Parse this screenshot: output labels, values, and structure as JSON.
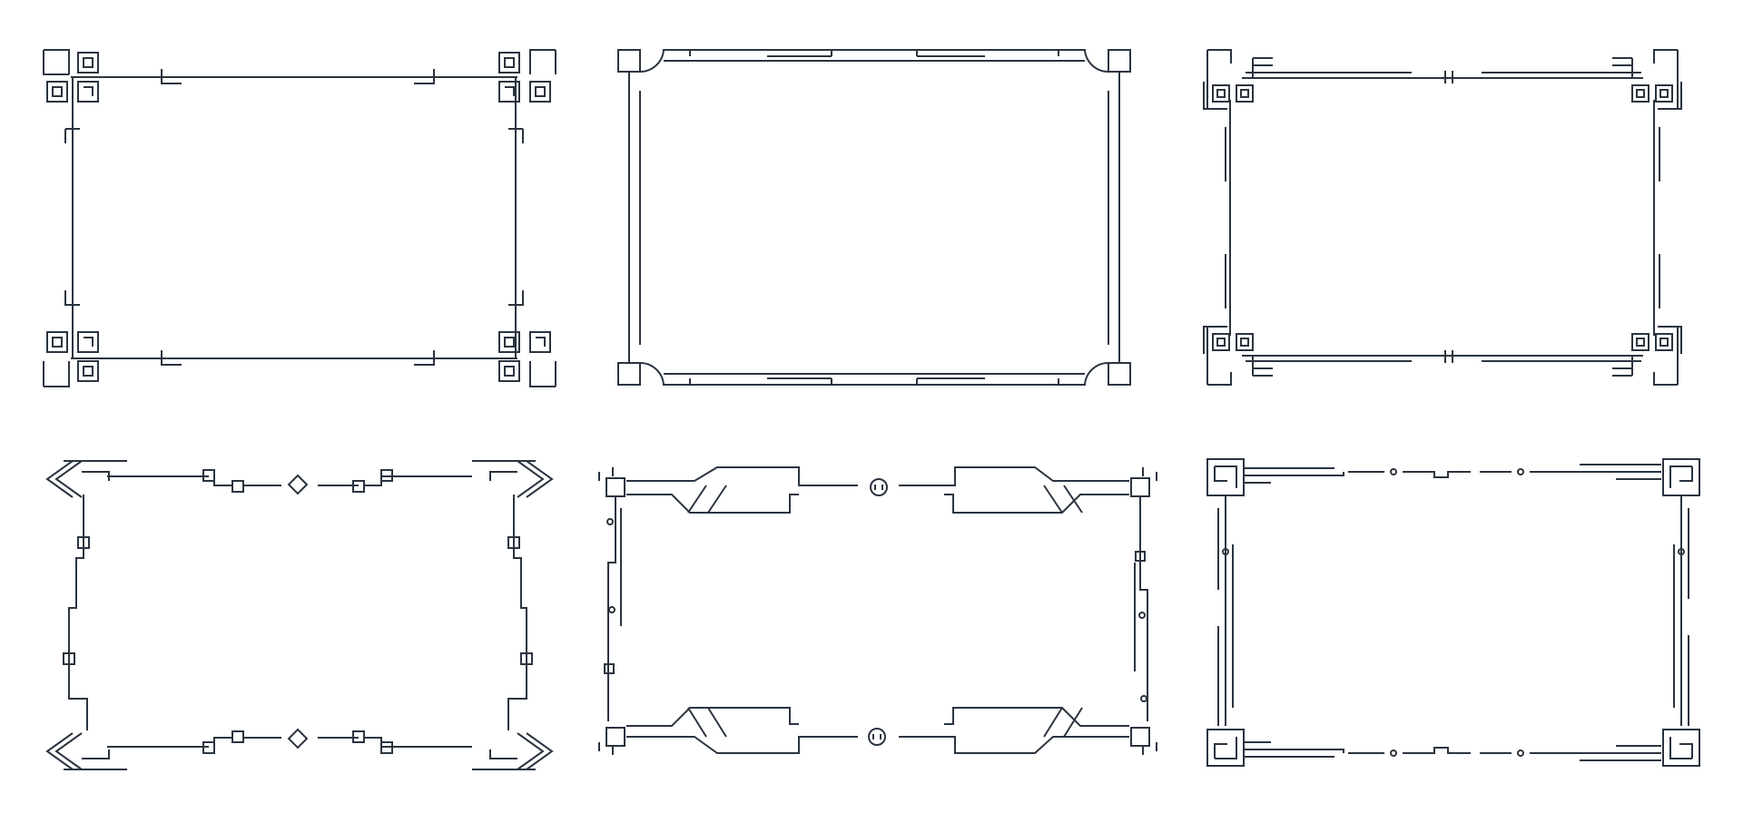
{
  "colors": {
    "background": "#ffffff",
    "stroke": "#2b3440"
  },
  "frames": [
    {
      "style": "square-corner-knots"
    },
    {
      "style": "rounded-notch-corners"
    },
    {
      "style": "circuit-block-corners"
    },
    {
      "style": "chevron-pointed-corners"
    },
    {
      "style": "tech-panel-slants"
    },
    {
      "style": "dotted-circuit-trace"
    }
  ]
}
